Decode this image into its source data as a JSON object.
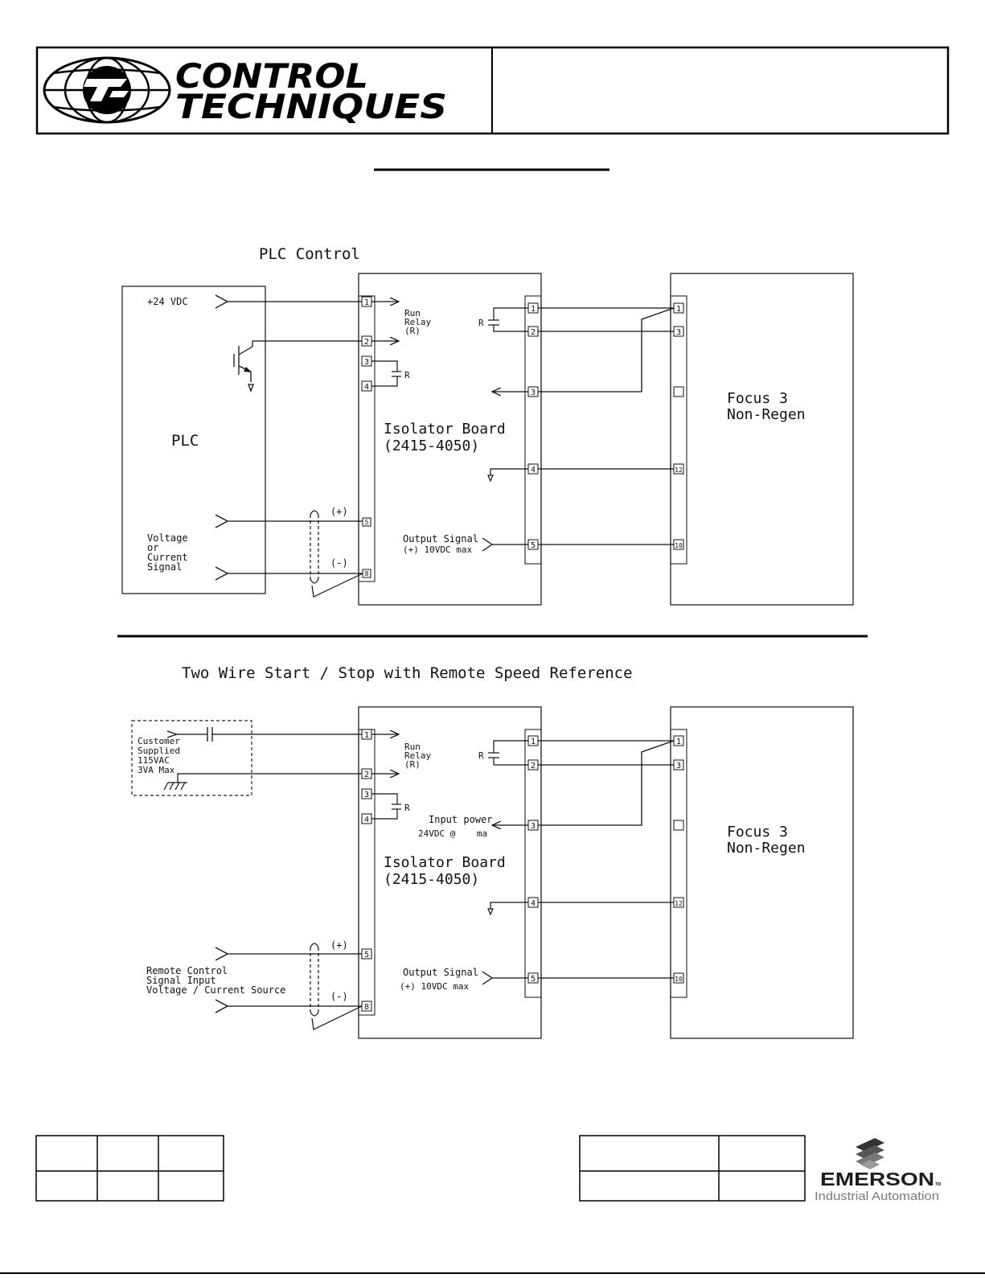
{
  "header": {
    "logo": {
      "line1": "CONTROL",
      "line2": "TECHNIQUES"
    }
  },
  "diagram1": {
    "title": "PLC Control",
    "plc_label": "PLC",
    "supply_label": "+24 VDC",
    "signal_label_lines": [
      "Voltage",
      "or",
      "Current",
      "Signal"
    ],
    "plus": "(+)",
    "minus": "(-)",
    "isolator_lines": [
      "Isolator Board",
      "(2415-4050)"
    ],
    "relay_lines": [
      "Run",
      "Relay",
      "(R)"
    ],
    "r_label": "R",
    "output_lines": [
      "Output Signal",
      "(+) 10VDC max"
    ],
    "focus_lines": [
      "Focus 3",
      "Non-Regen"
    ],
    "left_terminals": [
      "1",
      "2",
      "3",
      "4",
      "5",
      "8"
    ],
    "right_terminals": [
      "1",
      "2",
      "3",
      "4",
      "5"
    ],
    "focus_terminals": [
      "1",
      "3",
      "",
      "12",
      "10"
    ]
  },
  "diagram2": {
    "title": "Two Wire Start / Stop with Remote Speed Reference",
    "customer_lines": [
      "Customer",
      "Supplied",
      "115VAC",
      "3VA Max"
    ],
    "remote_lines": [
      "Remote Control",
      "Signal Input",
      "Voltage / Current Source"
    ],
    "plus": "(+)",
    "minus": "(-)",
    "isolator_lines": [
      "Isolator Board",
      "(2415-4050)"
    ],
    "relay_lines": [
      "Run",
      "Relay",
      "(R)"
    ],
    "r_label": "R",
    "input_power_lines": [
      "Input power",
      "24VDC @    ma"
    ],
    "output_lines": [
      "Output Signal",
      "(+) 10VDC max"
    ],
    "focus_lines": [
      "Focus 3",
      "Non-Regen"
    ],
    "left_terminals": [
      "1",
      "2",
      "3",
      "4",
      "5",
      "8"
    ],
    "right_terminals": [
      "1",
      "2",
      "3",
      "4",
      "5"
    ],
    "focus_terminals": [
      "1",
      "3",
      "",
      "12",
      "10"
    ]
  },
  "footer": {
    "emerson_word": "EMERSON",
    "emerson_tm": "TM",
    "emerson_sub": "Industrial Automation"
  }
}
